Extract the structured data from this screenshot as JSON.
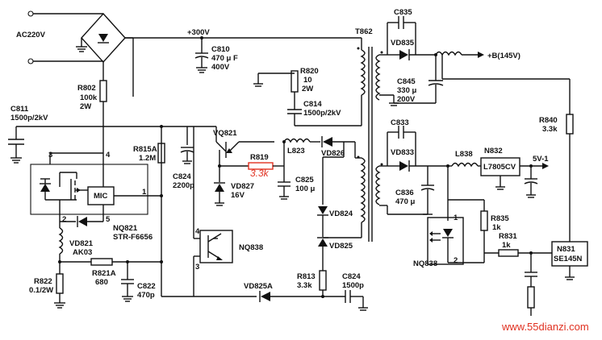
{
  "labels": {
    "ac": "AC220V",
    "v300": "+300V",
    "c810": [
      "C810",
      "470 μ F",
      "400V"
    ],
    "r802": [
      "R802",
      "100k",
      "2W"
    ],
    "c811": [
      "C811",
      "1500p/2kV"
    ],
    "r820": [
      "R820",
      "10",
      "2W"
    ],
    "c814": [
      "C814",
      "1500p/2kV"
    ],
    "t862": "T862",
    "c835": "C835",
    "vd835": "VD835",
    "c845": [
      "C845",
      "330 μ",
      "200V"
    ],
    "bplus": "+B(145V)",
    "r840": [
      "R840",
      "3.3k"
    ],
    "pin3": "3",
    "pin4": "4",
    "pin1": "1",
    "pin2": "2",
    "pin5": "5",
    "mic": "MIC",
    "r815a": [
      "R815A",
      "1.2M"
    ],
    "c824": [
      "C824",
      "2200p"
    ],
    "vq821": "VQ821",
    "r819": "R819",
    "r819v": "3.3k",
    "l823": "L823",
    "vd826": "VD826",
    "vd827": [
      "VD827",
      "16V"
    ],
    "c825": [
      "C825",
      "100 μ"
    ],
    "c833": "C833",
    "vd833": "VD833",
    "l838": "L838",
    "n832": "N832",
    "l7805": "L7805CV",
    "v51": "5V-1",
    "c836": [
      "C836",
      "470 μ"
    ],
    "vd824": "VD824",
    "vd825": "VD825",
    "nq821": [
      "NQ821",
      "STR-F6656"
    ],
    "vd821": [
      "VD821",
      "AK03"
    ],
    "nq838a_p4": "4",
    "nq838a_p3": "3",
    "nq838a": "NQ838",
    "r835": [
      "R835",
      "1k"
    ],
    "r831": [
      "R831",
      "1k"
    ],
    "nq838b_p1": "1",
    "nq838b_p2": "2",
    "nq838b": "NQ838",
    "n831": [
      "N831",
      "SE145N"
    ],
    "r822": [
      "R822",
      "0.1/2W"
    ],
    "r821a": [
      "R821A",
      "680"
    ],
    "c822": [
      "C822",
      "470p"
    ],
    "vd825a": "VD825A",
    "r813": [
      "R813",
      "3.3k"
    ],
    "c824b": [
      "C824",
      "1500p"
    ],
    "watermark": "www.55dianzi.com"
  }
}
